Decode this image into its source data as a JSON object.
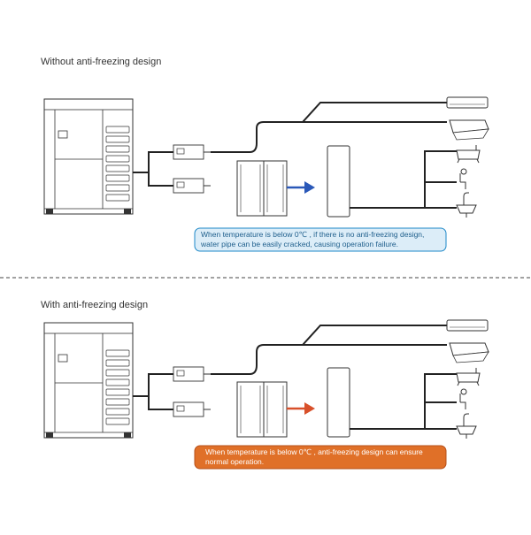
{
  "top_panel": {
    "title": "Without anti-freezing design",
    "callout_line1": "When temperature is below 0℃ , if there is no anti-freezing design,",
    "callout_line2": "water pipe can be easily cracked, causing operation failure.",
    "callout_fill": "#dcedf8",
    "callout_stroke": "#1e88c8",
    "callout_text_color": "#1f5f8c",
    "arrow_color": "#2a58b8"
  },
  "bottom_panel": {
    "title": "With anti-freezing design",
    "callout_line1": "When temperature is below 0℃ , anti-freezing design can ensure",
    "callout_line2": "normal operation.",
    "callout_fill": "#e07028",
    "callout_stroke": "#b6501a",
    "callout_text_color": "#ffffff",
    "arrow_color": "#d8502a"
  },
  "divider_style": "dashed",
  "line_color": "#222222",
  "icons": [
    "outdoor-unit-icon",
    "valve-icon",
    "hydro-module-icon",
    "water-tank-icon",
    "wall-ac-icon",
    "ceiling-cassette-icon",
    "bathtub-icon",
    "shower-icon",
    "sink-faucet-icon"
  ]
}
